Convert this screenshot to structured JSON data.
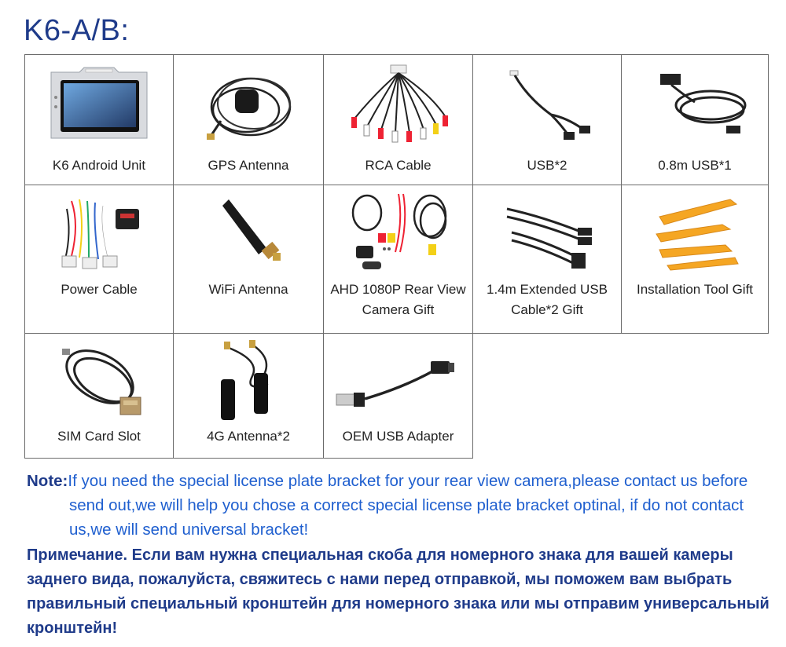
{
  "title": "K6-A/B:",
  "items": [
    {
      "label": "K6 Android Unit",
      "icon": "android-unit-icon"
    },
    {
      "label": "GPS Antenna",
      "icon": "gps-antenna-icon"
    },
    {
      "label": "RCA Cable",
      "icon": "rca-cable-icon"
    },
    {
      "label": "USB*2",
      "icon": "usb-cable-icon"
    },
    {
      "label": "0.8m USB*1",
      "icon": "usb-cable-icon"
    },
    {
      "label": "Power Cable",
      "icon": "power-cable-icon"
    },
    {
      "label": "WiFi Antenna",
      "icon": "wifi-antenna-icon"
    },
    {
      "label": "AHD 1080P Rear View Camera Gift",
      "icon": "rear-camera-icon"
    },
    {
      "label": "1.4m Extended USB Cable*2 Gift",
      "icon": "usb-extension-icon"
    },
    {
      "label": "Installation Tool Gift",
      "icon": "pry-tools-icon"
    },
    {
      "label": "SIM Card Slot",
      "icon": "sim-slot-icon"
    },
    {
      "label": "4G Antenna*2",
      "icon": "4g-antenna-icon"
    },
    {
      "label": "OEM USB Adapter",
      "icon": "usb-adapter-icon"
    }
  ],
  "note": {
    "key": "Note:",
    "text": "If you need the special license plate bracket for your rear view camera,please contact us before send out,we will help you chose a correct special license plate bracket optinal, if do not contact us,we will send universal bracket!"
  },
  "note_ru": "Примечание. Если вам нужна специальная скоба для номерного знака для вашей камеры заднего вида, пожалуйста, свяжитесь с нами перед отправкой, мы поможем вам выбрать правильный специальный кронштейн для номерного знака или мы отправим универсальный кронштейн!",
  "colors": {
    "title": "#1f3b8a",
    "note_text": "#1f5fcf",
    "border": "#6a6a6a",
    "tool_orange": "#f5a623"
  }
}
